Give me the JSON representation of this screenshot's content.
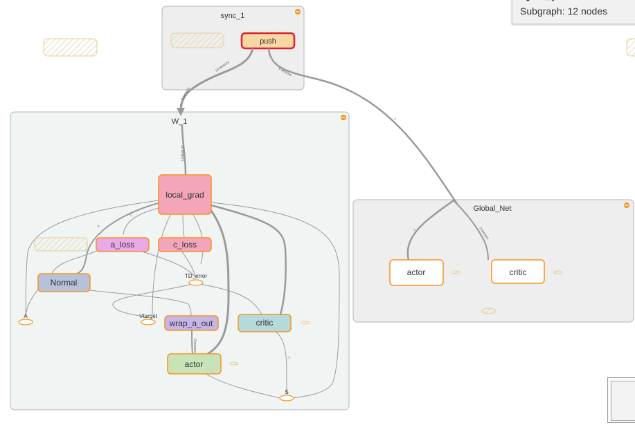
{
  "info_panel": {
    "title": "sync_push",
    "subtitle": "Subgraph: 12 nodes"
  },
  "groups": {
    "sync": "sync_1",
    "worker": "W_1",
    "global": "Global_Net"
  },
  "nodes": {
    "push": "push",
    "local_grad": "local_grad",
    "a_loss": "a_loss",
    "c_loss": "c_loss",
    "normal": "Normal",
    "td_error": "TD_error",
    "vtarget": "Vtarget",
    "wrap_a_out": "wrap_a_out",
    "critic": "critic",
    "actor": "actor",
    "a_placeholder": "A",
    "s_placeholder": "S",
    "global_actor": "actor",
    "global_critic": "critic"
  },
  "edge_labels": {
    "e1": "10 tensors",
    "e2": "6 tensors",
    "e3": "10 tensors",
    "e4": "6 tensors",
    "e5": "?",
    "e6": "?",
    "e7": "3 tensors",
    "e8": "?",
    "e9": "?",
    "e10": "2 tensors",
    "e11": "?"
  },
  "colors": {
    "group_gray": "#eeeeef",
    "group_blue": "#f0f5f4",
    "group_border": "#b5b5b5",
    "node_orange_border": "#f7941d",
    "local_grad_fill": "#f3a6b9",
    "loss_fill": "#e8a9e6",
    "normal_fill": "#b6c2d9",
    "wrap_fill": "#c6b5e6",
    "critic_fill": "#b6d9dc",
    "actor_fill": "#c9e3b8",
    "push_fill": "#f7d7a4",
    "push_border": "#e01f2a",
    "edge": "#9a9a9a"
  }
}
